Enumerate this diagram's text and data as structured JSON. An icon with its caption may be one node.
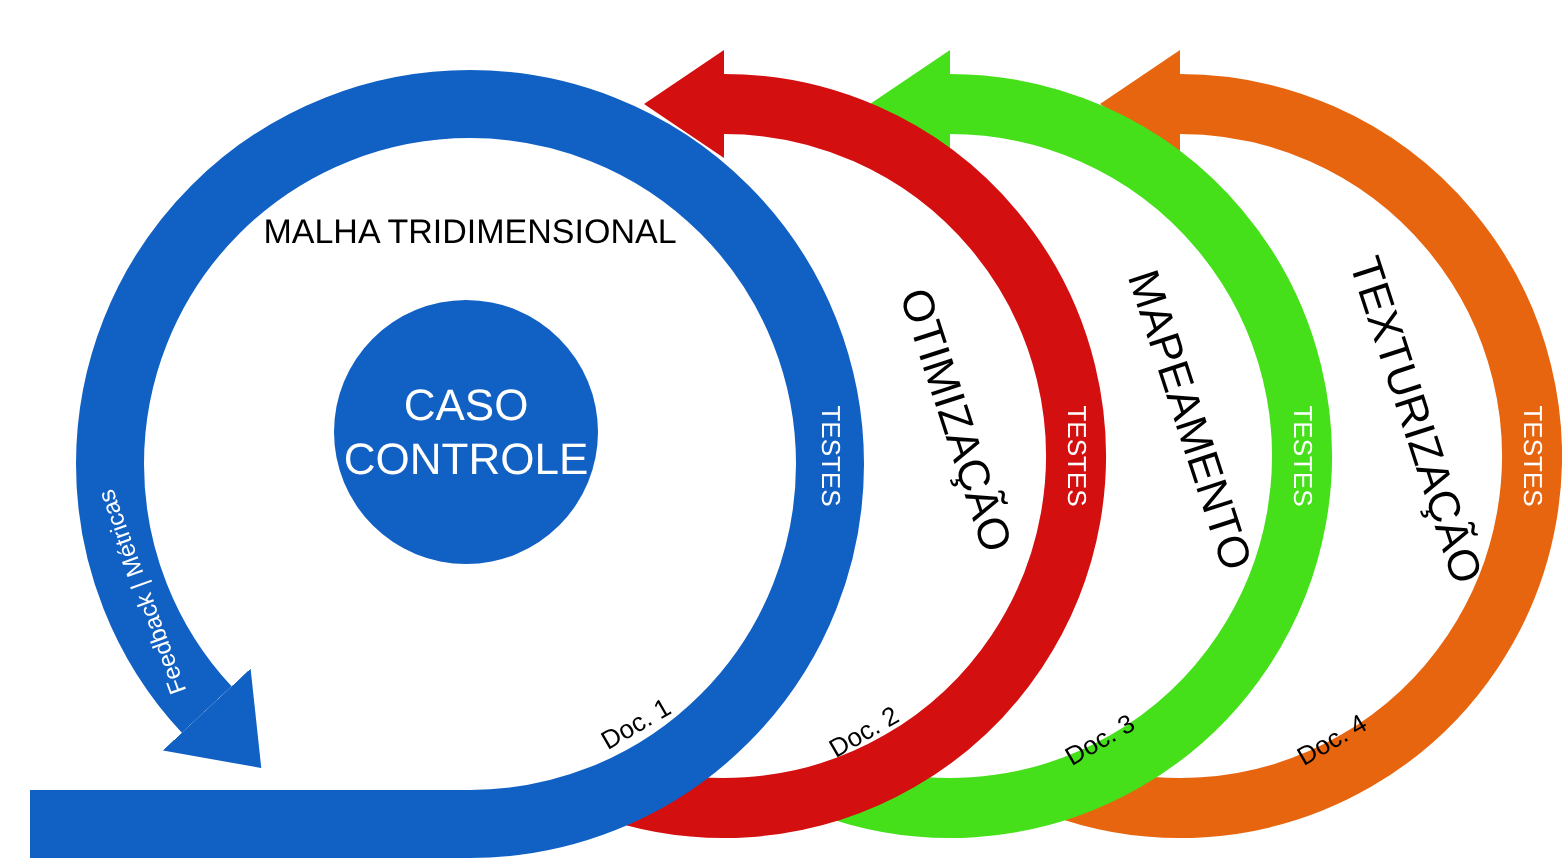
{
  "diagram": {
    "nodes": [
      {
        "text": [
          "CASO CONTROLE"
        ]
      }
    ],
    "labels": [
      "MALHA TRIDIMENSIONAL",
      "OTIMIZAÇÃO",
      "MAPEAMENTO",
      "TEXTURIZAÇÃO",
      "Feedback | Métricas",
      "TESTES",
      "TESTES",
      "TESTES",
      "TESTES",
      "Doc. 1",
      "Doc. 2",
      "Doc. 3",
      "Doc. 4"
    ]
  }
}
